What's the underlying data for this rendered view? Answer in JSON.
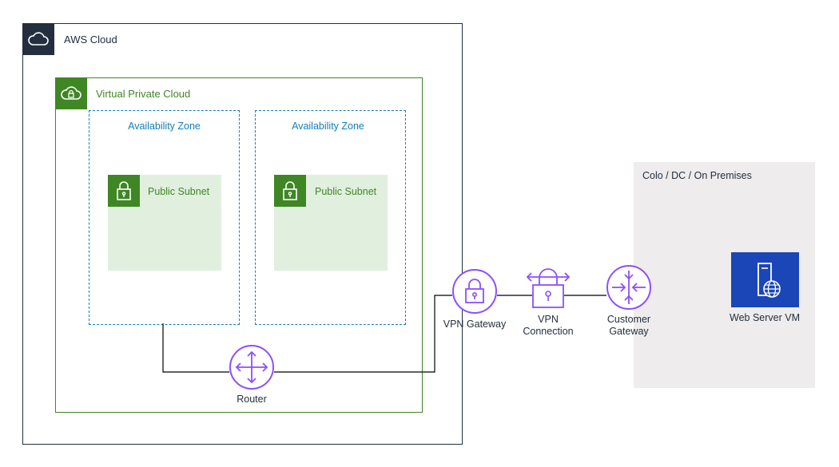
{
  "aws_cloud": {
    "label": "AWS Cloud"
  },
  "vpc": {
    "label": "Virtual Private Cloud"
  },
  "zones": [
    {
      "label": "Availability Zone",
      "subnet_label": "Public Subnet"
    },
    {
      "label": "Availability Zone",
      "subnet_label": "Public Subnet"
    }
  ],
  "router": {
    "label": "Router"
  },
  "vpn_gateway": {
    "label": "VPN Gateway"
  },
  "vpn_connection": {
    "label_line1": "VPN",
    "label_line2": "Connection"
  },
  "customer_gateway": {
    "label_line1": "Customer",
    "label_line2": "Gateway"
  },
  "on_premises": {
    "label": "Colo / DC / On Premises"
  },
  "web_server": {
    "label": "Web Server VM"
  },
  "colors": {
    "aws_dark": "#232f3e",
    "vpc_green": "#3f8624",
    "subnet_fill": "#e1efdf",
    "az_blue": "#147eba",
    "network_purple": "#8c4fff",
    "server_blue": "#1a46b8",
    "onprem_gray": "#eeecec"
  }
}
